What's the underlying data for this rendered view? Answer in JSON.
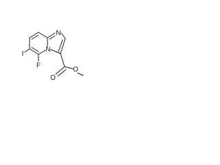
{
  "molecule": {
    "atoms": {
      "n_bridge": "N",
      "n_ring": "N",
      "fluorine": "F",
      "iodine": "I",
      "o_carbonyl": "O",
      "o_ester": "O"
    }
  },
  "colors": {
    "ink": "#1a1a1a",
    "background": "#ffffff"
  }
}
